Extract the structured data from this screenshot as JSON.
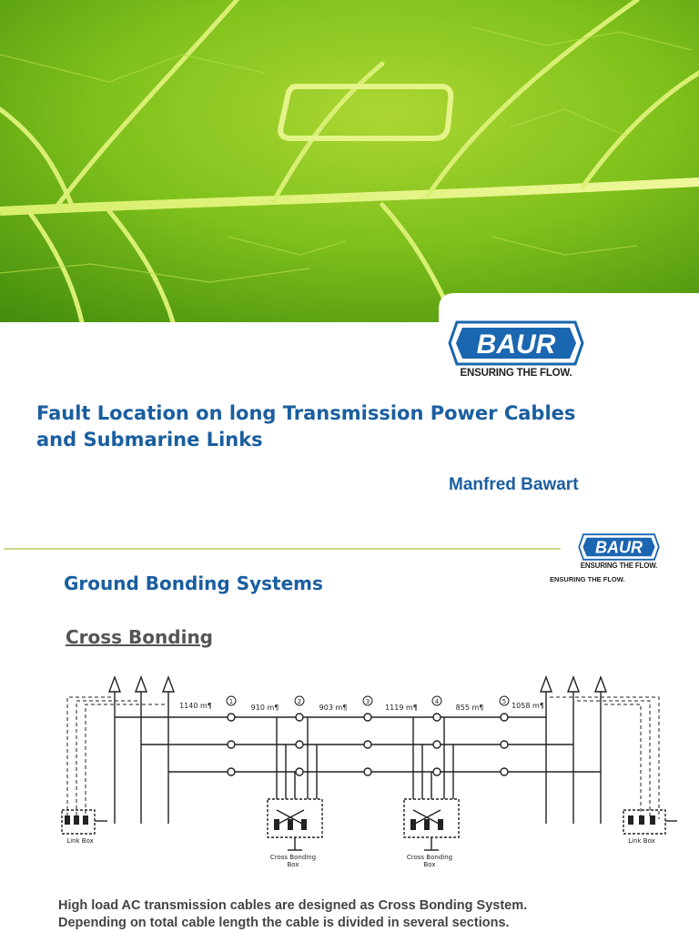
{
  "brand": {
    "name": "BAUR",
    "tagline": "ENSURING THE FLOW.",
    "blue": "#1a66b0",
    "title_blue": "#1a5ea0"
  },
  "title_slide": {
    "title_line1": "Fault Location on long Transmission Power Cables",
    "title_line2": "and Submarine Links",
    "author": "Manfred Bawart"
  },
  "content_slide": {
    "heading": "Ground Bonding Systems",
    "subheading": "Cross Bonding",
    "body_line1": "High load AC transmission cables are designed as Cross Bonding System.",
    "body_line2": "Depending on total cable length the cable is divided in several sections."
  },
  "diagram": {
    "section_lengths": [
      "1140 m¶",
      "910 m¶",
      "903 m¶",
      "1119 m¶",
      "855 m¶",
      "1058 m¶"
    ],
    "joint_numbers": [
      "1",
      "2",
      "3",
      "4",
      "5"
    ],
    "labels": {
      "link_box_left": "Link Box",
      "link_box_right": "Link Box",
      "cross_bonding_box": "Cross Bonding",
      "cross_bonding_box_2": "Box"
    }
  }
}
